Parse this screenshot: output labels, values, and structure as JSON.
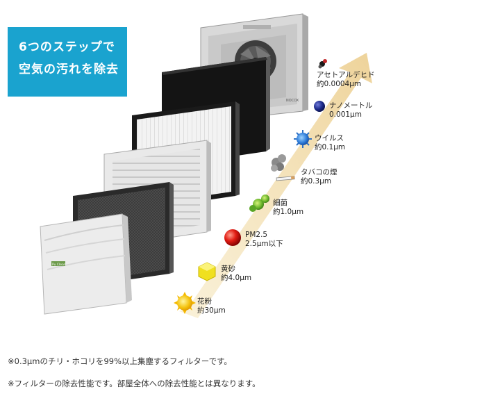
{
  "banner": {
    "line1": "6つのステップで",
    "line2": "空気の汚れを除去"
  },
  "unit_brand": "NOCOX",
  "cover_brand": "Pu Clean",
  "particles": [
    {
      "name": "アセトアルデヒド",
      "size": "約0.0004μm"
    },
    {
      "name": "ナノメートル",
      "size": "0.001μm"
    },
    {
      "name": "ウイルス",
      "size": "約0.1μm"
    },
    {
      "name": "タバコの煙",
      "size": "約0.3μm"
    },
    {
      "name": "細菌",
      "size": "約1.0μm"
    },
    {
      "name": "PM2.5",
      "size": "2.5μm以下"
    },
    {
      "name": "黄砂",
      "size": "約4.0μm"
    },
    {
      "name": "花粉",
      "size": "約30μm"
    }
  ],
  "notes": {
    "note1": "※0.3μmのチリ・ホコリを99%以上集塵するフィルターです。",
    "note2": "※フィルターの除去性能です。部屋全体への除去性能とは異なります。"
  },
  "colors": {
    "banner": "#1aa3cf",
    "arrow": "#f0d9a0"
  }
}
